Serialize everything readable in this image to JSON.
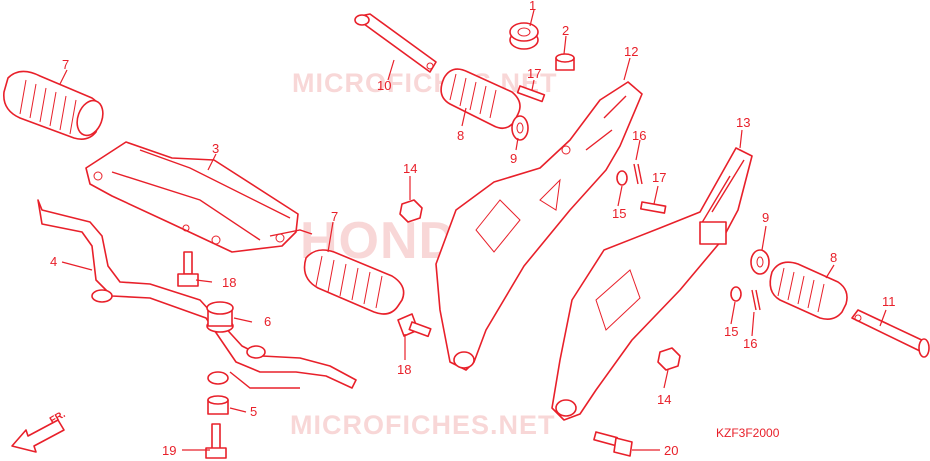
{
  "watermarks": {
    "top": "MICROFICHES.NET",
    "center": "HONDA",
    "bottom": "MICROFICHES.NET"
  },
  "diagram_code": "KZF3F2000",
  "direction_label": "FR.",
  "callouts": [
    {
      "id": "c1",
      "number": "1",
      "part": "rubber-grommet"
    },
    {
      "id": "c2",
      "number": "2",
      "part": "collar"
    },
    {
      "id": "c3",
      "number": "3",
      "part": "step-holder-plate"
    },
    {
      "id": "c4",
      "number": "4",
      "part": "step-bar"
    },
    {
      "id": "c5",
      "number": "5",
      "part": "collar"
    },
    {
      "id": "c6",
      "number": "6",
      "part": "rubber-mount"
    },
    {
      "id": "c7a",
      "number": "7",
      "part": "footpeg-rubber-left"
    },
    {
      "id": "c7b",
      "number": "7",
      "part": "footpeg-rubber-center"
    },
    {
      "id": "c8a",
      "number": "8",
      "part": "footpeg-right"
    },
    {
      "id": "c8b",
      "number": "8",
      "part": "footpeg-left"
    },
    {
      "id": "c9a",
      "number": "9",
      "part": "washer"
    },
    {
      "id": "c9b",
      "number": "9",
      "part": "washer"
    },
    {
      "id": "c10",
      "number": "10",
      "part": "pivot-pin"
    },
    {
      "id": "c11",
      "number": "11",
      "part": "pivot-pin"
    },
    {
      "id": "c12",
      "number": "12",
      "part": "right-step-bracket"
    },
    {
      "id": "c13",
      "number": "13",
      "part": "left-step-bracket"
    },
    {
      "id": "c14a",
      "number": "14",
      "part": "nut"
    },
    {
      "id": "c14b",
      "number": "14",
      "part": "nut"
    },
    {
      "id": "c15a",
      "number": "15",
      "part": "washer"
    },
    {
      "id": "c15b",
      "number": "15",
      "part": "washer"
    },
    {
      "id": "c16a",
      "number": "16",
      "part": "cotter-pin"
    },
    {
      "id": "c16b",
      "number": "16",
      "part": "cotter-pin"
    },
    {
      "id": "c17a",
      "number": "17",
      "part": "small-pin"
    },
    {
      "id": "c17b",
      "number": "17",
      "part": "small-pin"
    },
    {
      "id": "c18a",
      "number": "18",
      "part": "bolt"
    },
    {
      "id": "c18b",
      "number": "18",
      "part": "bolt"
    },
    {
      "id": "c19",
      "number": "19",
      "part": "bolt"
    },
    {
      "id": "c20",
      "number": "20",
      "part": "flange-bolt"
    }
  ]
}
